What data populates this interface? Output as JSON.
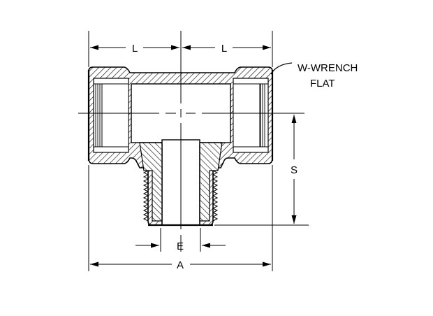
{
  "labels": {
    "length_left": "L",
    "length_right": "L",
    "wrench_flat_line1": "W-WRENCH",
    "wrench_flat_line2": "FLAT",
    "height": "S",
    "thread_size": "E",
    "overall_length": "A"
  }
}
